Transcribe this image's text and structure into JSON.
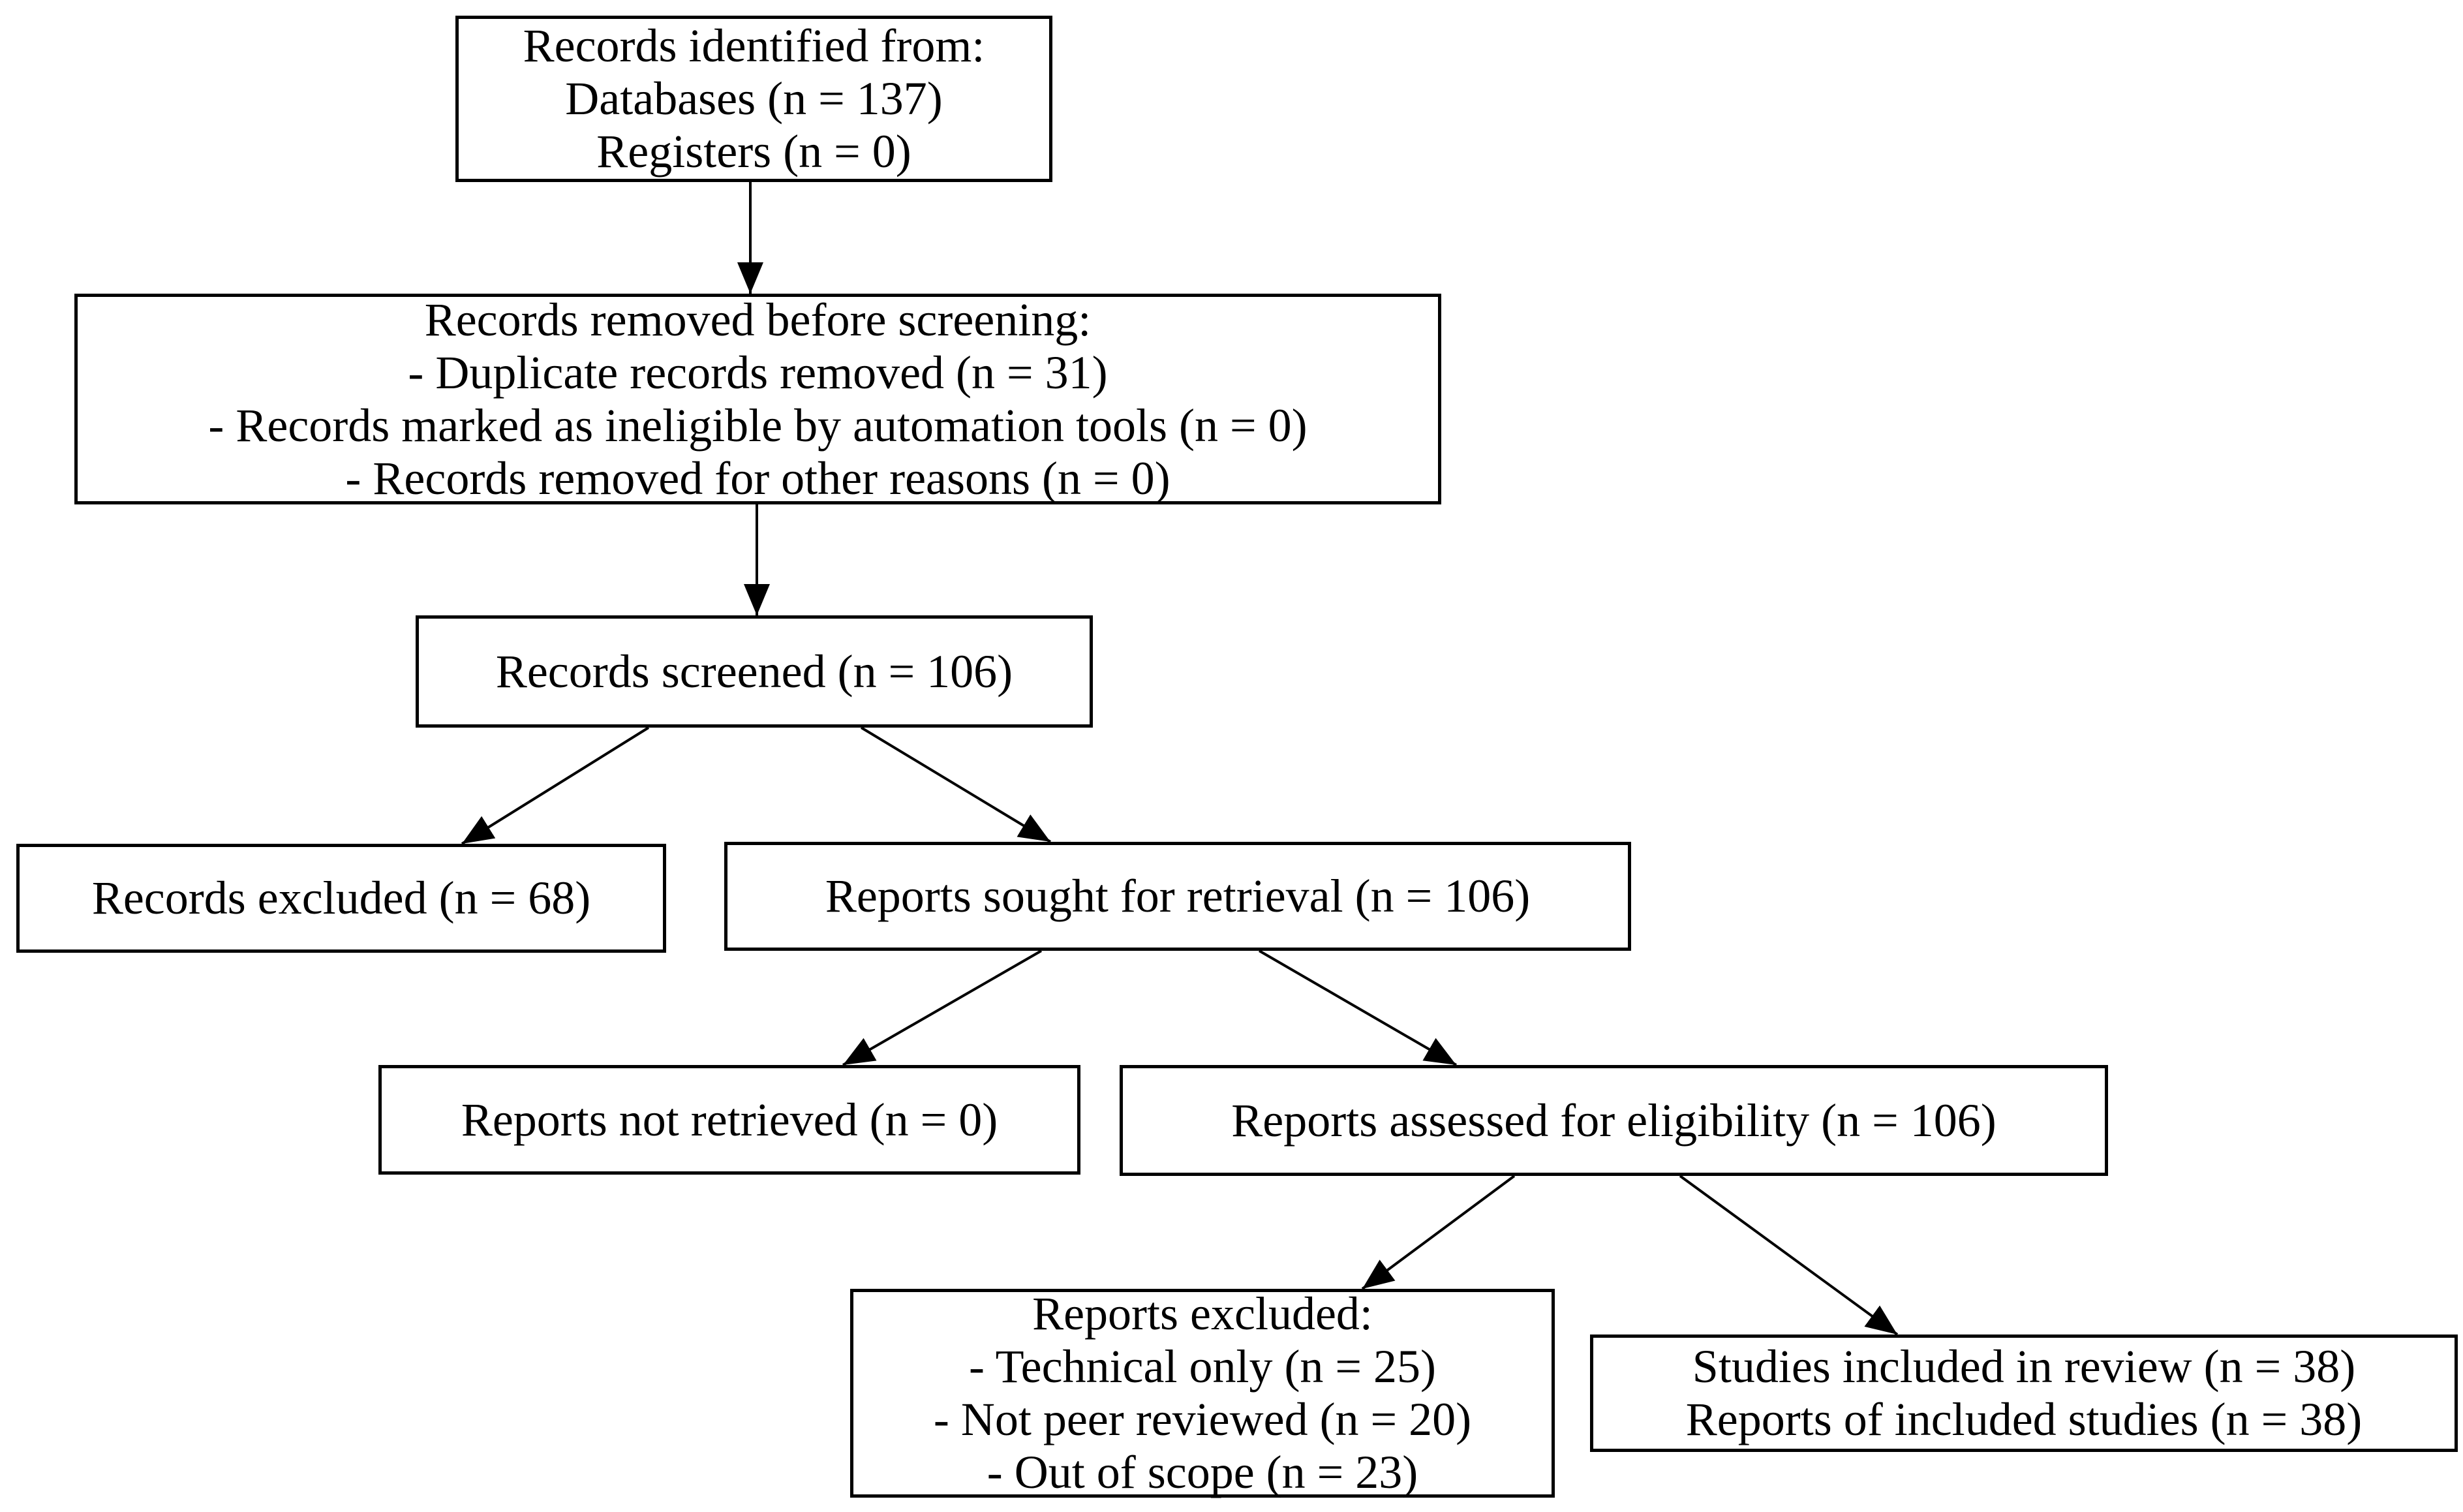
{
  "diagram": {
    "kind": "prisma-flowchart",
    "colors": {
      "background": "#ffffff",
      "box_fill": "#ffffff",
      "box_border": "#000000",
      "text": "#000000",
      "arrow": "#000000"
    },
    "nodes": {
      "identified": {
        "lines": [
          "Records identified from:",
          "Databases (n = 137)",
          "Registers (n = 0)"
        ]
      },
      "removed": {
        "lines": [
          "Records removed before screening:",
          "- Duplicate records removed (n = 31)",
          "- Records marked as ineligible by automation tools (n = 0)",
          "- Records removed for other reasons (n = 0)"
        ]
      },
      "screened": {
        "lines": [
          "Records screened (n = 106)"
        ]
      },
      "records_excluded": {
        "lines": [
          "Records excluded (n = 68)"
        ]
      },
      "sought": {
        "lines": [
          "Reports sought for retrieval (n = 106)"
        ]
      },
      "not_retrieved": {
        "lines": [
          "Reports not retrieved (n = 0)"
        ]
      },
      "assessed": {
        "lines": [
          "Reports assessed for eligibility (n = 106)"
        ]
      },
      "reports_excluded": {
        "lines": [
          "Reports excluded:",
          "- Technical only (n = 25)",
          "- Not peer reviewed (n = 20)",
          "- Out of scope (n = 23)"
        ]
      },
      "included": {
        "lines": [
          "Studies included in review (n = 38)",
          "Reports of included studies (n = 38)"
        ]
      }
    },
    "edges": [
      {
        "from": "identified",
        "to": "removed"
      },
      {
        "from": "removed",
        "to": "screened"
      },
      {
        "from": "screened",
        "to": "records_excluded"
      },
      {
        "from": "screened",
        "to": "sought"
      },
      {
        "from": "sought",
        "to": "not_retrieved"
      },
      {
        "from": "sought",
        "to": "assessed"
      },
      {
        "from": "assessed",
        "to": "reports_excluded"
      },
      {
        "from": "assessed",
        "to": "included"
      }
    ]
  }
}
